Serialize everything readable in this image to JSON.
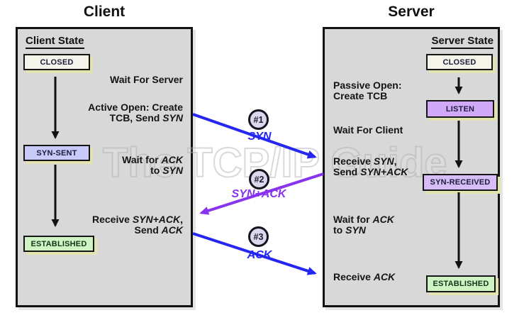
{
  "watermark": "The TCP/IP Guide",
  "palette": {
    "panel_bg": "#d8d8d8",
    "panel_border": "#111111",
    "arrow_blue": "#2626f2",
    "arrow_purple": "#8833ee",
    "box_shadow": "#e3e3b0",
    "state_closed_bg": "#f4f4ea",
    "state_syn_sent_bg": "#c9c9fa",
    "state_listen_bg": "#d2a8f8",
    "state_syn_received_bg": "#d7bdf8",
    "state_established_bg": "#cef4c4"
  },
  "client": {
    "title": "Client",
    "heading": "Client State",
    "states": {
      "closed": "CLOSED",
      "syn_sent": "SYN-SENT",
      "established": "ESTABLISHED"
    },
    "notes": {
      "wait_server": [
        [
          {
            "t": "Wait For Server"
          }
        ]
      ],
      "active_open": [
        [
          {
            "t": "Active Open: Create"
          }
        ],
        [
          {
            "t": "TCB, Send "
          },
          {
            "t": "SYN",
            "i": true
          }
        ]
      ],
      "wait_ack": [
        [
          {
            "t": "Wait for "
          },
          {
            "t": "ACK",
            "i": true
          }
        ],
        [
          {
            "t": "to "
          },
          {
            "t": "SYN",
            "i": true
          }
        ]
      ],
      "receive_synack": [
        [
          {
            "t": "Receive "
          },
          {
            "t": "SYN+ACK",
            "i": true
          },
          {
            "t": ","
          }
        ],
        [
          {
            "t": "Send "
          },
          {
            "t": "ACK",
            "i": true
          }
        ]
      ]
    }
  },
  "server": {
    "title": "Server",
    "heading": "Server State",
    "states": {
      "closed": "CLOSED",
      "listen": "LISTEN",
      "syn_received": "SYN-RECEIVED",
      "established": "ESTABLISHED"
    },
    "notes": {
      "passive_open": [
        [
          {
            "t": "Passive Open:"
          }
        ],
        [
          {
            "t": "Create TCB"
          }
        ]
      ],
      "wait_client": [
        [
          {
            "t": "Wait For Client"
          }
        ]
      ],
      "receive_syn": [
        [
          {
            "t": "Receive "
          },
          {
            "t": "SYN",
            "i": true
          },
          {
            "t": ","
          }
        ],
        [
          {
            "t": "Send "
          },
          {
            "t": "SYN+ACK",
            "i": true
          }
        ]
      ],
      "wait_ack": [
        [
          {
            "t": "Wait for "
          },
          {
            "t": "ACK",
            "i": true
          }
        ],
        [
          {
            "t": "to "
          },
          {
            "t": "SYN",
            "i": true
          }
        ]
      ],
      "receive_ack": [
        [
          {
            "t": "Receive "
          },
          {
            "t": "ACK",
            "i": true
          }
        ]
      ]
    }
  },
  "messages": [
    {
      "num": "#1",
      "label": "SYN",
      "color": "#2626f2"
    },
    {
      "num": "#2",
      "label": "SYN+ACK",
      "color": "#8833ee"
    },
    {
      "num": "#3",
      "label": "ACK",
      "color": "#2626f2"
    }
  ]
}
